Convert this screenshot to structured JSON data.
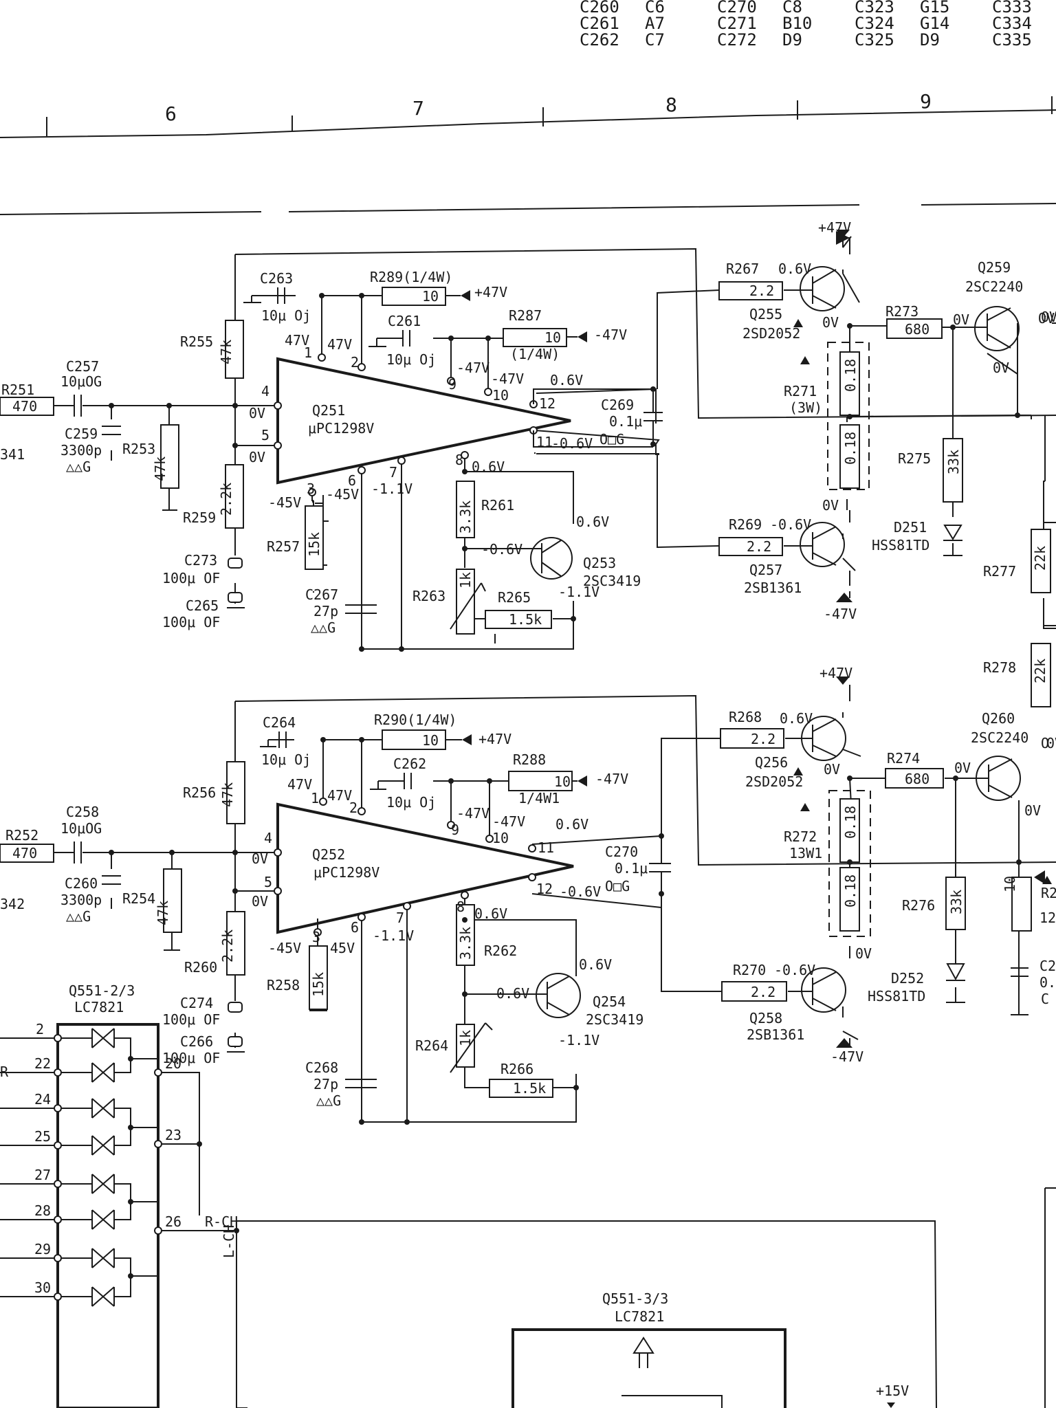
{
  "colors": {
    "ink": "#1a1a1a",
    "paper": "#ffffff"
  },
  "index_table": [
    [
      "C260",
      "C6",
      "C270",
      "C8",
      "C323",
      "G15",
      "C333"
    ],
    [
      "C261",
      "A7",
      "C271",
      "B10",
      "C324",
      "G14",
      "C334"
    ],
    [
      "C262",
      "C7",
      "C272",
      "D9",
      "C325",
      "D9",
      "C335"
    ]
  ],
  "grid_columns": [
    "6",
    "7",
    "8",
    "9"
  ],
  "ch1": {
    "in_res": "R251",
    "in_val": "470",
    "cap_in": "C257",
    "cap_in_val": "10μOG",
    "c_shunt": "C259",
    "c_shunt_val": "3300p",
    "c_shunt_tol": "△△G",
    "r_bias": "R253",
    "r_bias_val": "47k",
    "r_fb": "R255",
    "r_fb_val": "47k",
    "r_gnd": "R259",
    "r_gnd_val": "2.2k",
    "c_a": "C273",
    "c_a_val": "100μ OF",
    "c_b": "C265",
    "c_b_val": "100μ OF",
    "r_pin3": "R257",
    "r_pin3_val": "15k",
    "c_comp": "C267",
    "c_comp_val": "27p",
    "c_comp_tol": "△△G",
    "c_dec1": "C263",
    "c_dec1_val": "10μ Oj",
    "r_sup1": "R289(1/4W)",
    "r_sup1_val": "10",
    "sup1": "+47V",
    "c_dec2": "C261",
    "c_dec2_val": "10μ Oj",
    "r_sup2": "R287",
    "r_sup2_val": "10",
    "r_sup2_pw": "(1/4W)",
    "sup2": "-47V",
    "ic": "Q251",
    "ic_part": "μPC1298V",
    "pin1": "1",
    "pin2": "2",
    "pin4": "4",
    "pin5": "5",
    "pin3": "3",
    "pin6": "6",
    "pin7": "7",
    "pin8": "8",
    "pin9": "9",
    "pin10": "10",
    "pin_top": "12",
    "pin_bot": "11",
    "v_p1": "47V",
    "v_p2": "47V",
    "v_p9": "-47V",
    "v_p10": "-47V",
    "v_p4": "0V",
    "v_p5": "0V",
    "v_p3": "-45V",
    "v_p6": "-45V",
    "v_p7": "-1.1V",
    "v_p8": "0.6V",
    "v_out_top": "0.6V",
    "v_out_bot": "-0.6V",
    "c_out": "C269",
    "c_out_val": "0.1μ",
    "c_out_tol": "O□G",
    "r_b1": "R261",
    "r_b1_val": "3.3k",
    "r_vr": "R263",
    "r_vr_val": "1k",
    "r_b2": "R265",
    "r_b2_val": "1.5k",
    "q_bias": "Q253",
    "q_bias_part": "2SC3419",
    "v_qb_c": "0.6V",
    "v_qb_b": "-0.6V",
    "v_qb_e": "-1.1V",
    "r_gt": "R267",
    "r_gt_val": "2.2",
    "v_gt": "0.6V",
    "q_top": "Q255",
    "q_top_part": "2SD2052",
    "r_gb": "R269",
    "r_gb_val": "2.2",
    "v_gb": "-0.6V",
    "q_bot": "Q257",
    "q_bot_part": "2SB1361",
    "vcc": "+47V",
    "vee": "-47V",
    "v_ov_t": "0V",
    "v_ov_b": "0V",
    "r_emit": "R271",
    "r_emit_pw": "(3W)",
    "r_emit_val": "0.18",
    "r_dr": "R273",
    "r_dr_val": "680",
    "v_dr": "0V",
    "q_out": "Q259",
    "q_out_part": "2SC2240",
    "v_q_out_c": "0V",
    "v_q_out_e": "0V",
    "r_pd": "R275",
    "r_pd_val": "33k",
    "d": "D251",
    "d_part": "HSS81TD",
    "r_out": "R277",
    "r_out_val": "22k",
    "partial_left": "341"
  },
  "ch2": {
    "in_res": "R252",
    "in_val": "470",
    "cap_in": "C258",
    "cap_in_val": "10μOG",
    "c_shunt": "C260",
    "c_shunt_val": "3300p",
    "c_shunt_tol": "△△G",
    "r_bias": "R254",
    "r_bias_val": "47k",
    "r_fb": "R256",
    "r_fb_val": "47k",
    "r_gnd": "R260",
    "r_gnd_val": "2.2k",
    "c_a": "C274",
    "c_a_val": "100μ OF",
    "c_b": "C266",
    "c_b_val": "100μ OF",
    "r_pin3": "R258",
    "r_pin3_val": "15k",
    "c_comp": "C268",
    "c_comp_val": "27p",
    "c_comp_tol": "△△G",
    "c_dec1": "C264",
    "c_dec1_val": "10μ Oj",
    "r_sup1": "R290(1/4W)",
    "r_sup1_val": "10",
    "sup1": "+47V",
    "c_dec2": "C262",
    "c_dec2_val": "10μ Oj",
    "r_sup2": "R288",
    "r_sup2_val": "10",
    "r_sup2_pw": "1/4W1",
    "sup2": "-47V",
    "ic": "Q252",
    "ic_part": "μPC1298V",
    "pin1": "1",
    "pin2": "2",
    "pin4": "4",
    "pin5": "5",
    "pin3": "3",
    "pin6": "6",
    "pin7": "7",
    "pin8": "8",
    "pin9": "9",
    "pin10": "10",
    "pin_top": "11",
    "pin_bot": "12",
    "v_p1": "47V",
    "v_p2": "47V",
    "v_p9": "-47V",
    "v_p10": "-47V",
    "v_p4": "0V",
    "v_p5": "0V",
    "v_p3": "-45V",
    "v_p6": "45V",
    "v_p7": "-1.1V",
    "v_p8": "0.6V",
    "v_out_top": "0.6V",
    "v_out_bot": "-0.6V",
    "c_out": "C270",
    "c_out_val": "0.1μ",
    "c_out_tol": "O□G",
    "r_b1": "R262",
    "r_b1_val": "3.3k",
    "r_vr": "R264",
    "r_vr_val": "1k",
    "r_b2": "R266",
    "r_b2_val": "1.5k",
    "q_bias": "Q254",
    "q_bias_part": "2SC3419",
    "v_qb_c": "0.6V",
    "v_qb_b": "-0.6V",
    "v_qb_e": "-1.1V",
    "r_gt": "R268",
    "r_gt_val": "2.2",
    "v_gt": "0.6V",
    "q_top": "Q256",
    "q_top_part": "2SD2052",
    "r_gb": "R270",
    "r_gb_val": "2.2",
    "v_gb": "-0.6V",
    "q_bot": "Q258",
    "q_bot_part": "2SB1361",
    "vcc": "+47V",
    "vee": "-47V",
    "v_ov_t": "0V",
    "v_ov_b": "0V",
    "r_emit": "R272",
    "r_emit_pw": "13W1",
    "r_emit_val": "0.18",
    "r_dr": "R274",
    "r_dr_val": "680",
    "v_dr": "0V",
    "q_out": "Q260",
    "q_out_part": "2SC2240",
    "v_q_out_c": "0V",
    "v_q_out_e": "0V",
    "r_pd": "R276",
    "r_pd_val": "33k",
    "d": "D252",
    "d_part": "HSS81TD",
    "r_out": "R278",
    "r_out_val": "22k",
    "r_extra_val": "10",
    "partial_left": "342"
  },
  "switch_ic": {
    "ref": "Q551-2/3",
    "part": "LC7821",
    "pins_left": [
      "2",
      "22",
      "24",
      "25",
      "27",
      "28",
      "29",
      "30"
    ],
    "pins_right": [
      "20",
      "23",
      "26"
    ],
    "r_label": "R",
    "rch": "R-CH",
    "lch": "L-CH"
  },
  "logic_ic": {
    "ref": "Q551-3/3",
    "part": "LC7821",
    "supply": "+15V"
  },
  "partial_right": {
    "cap": "C2",
    "cap_val": "0.0",
    "c_letter": "C",
    "r": "R2",
    "r_val": "12",
    "o1": "OV",
    "o2": "O"
  }
}
